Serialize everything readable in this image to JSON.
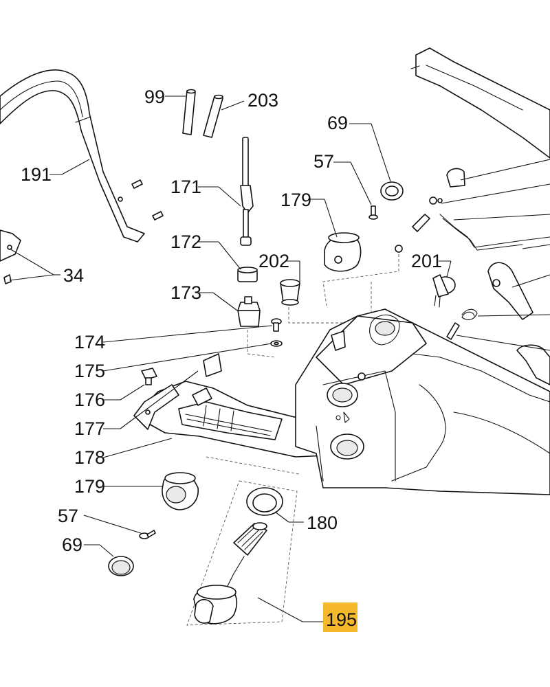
{
  "highlight_color": "#f4b82a",
  "callouts": {
    "c99": "99",
    "c203": "203",
    "c69a": "69",
    "c57a": "57",
    "c191": "191",
    "c171": "171",
    "c179a": "179",
    "c34": "34",
    "c172": "172",
    "c202": "202",
    "c201": "201",
    "c173": "173",
    "c174": "174",
    "c175": "175",
    "c176": "176",
    "c177": "177",
    "c178": "178",
    "c179b": "179",
    "c57b": "57",
    "c69b": "69",
    "c180": "180",
    "c195": "195"
  }
}
